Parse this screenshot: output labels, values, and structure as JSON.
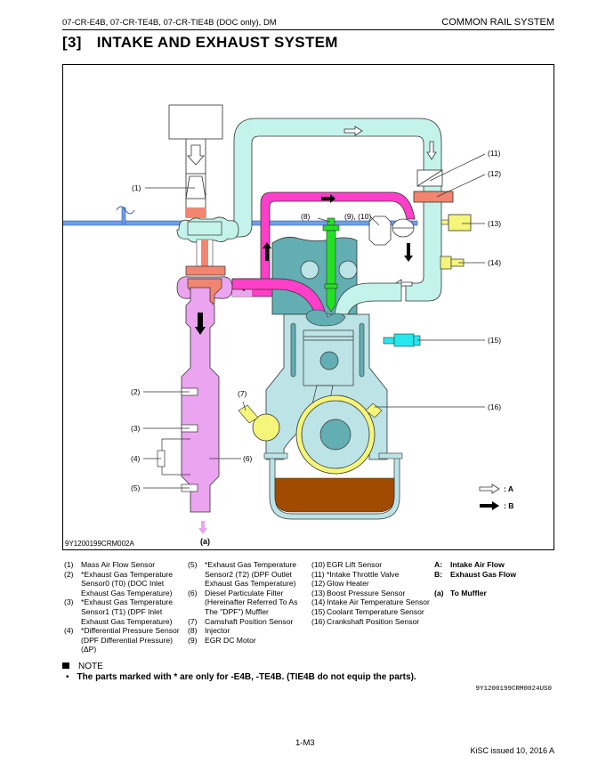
{
  "header": {
    "models": "07-CR-E4B, 07-CR-TE4B, 07-CR-TIE4B (DOC only), DM",
    "section": "COMMON RAIL SYSTEM"
  },
  "title": {
    "number": "[3]",
    "text": "INTAKE AND EXHAUST SYSTEM"
  },
  "figure": {
    "id": "9Y1200199CRM002A",
    "callouts": [
      "(1)",
      "(2)",
      "(3)",
      "(4)",
      "(5)",
      "(6)",
      "(7)",
      "(8)",
      "(9), (10)",
      "(11)",
      "(12)",
      "(13)",
      "(14)",
      "(15)",
      "(16)"
    ],
    "muffler_label": "(a)",
    "flow_legend": [
      {
        "icon": "hollow-arrow-icon",
        "label": ": A"
      },
      {
        "icon": "solid-arrow-icon",
        "label": ": B"
      }
    ],
    "colors": {
      "intake": "#c3f3ea",
      "exhaust_hot": "#ff3fc8",
      "exhaust_cool": "#eba4ef",
      "turbo": "#f28570",
      "block": "#62aeb3",
      "block_light": "#bce3e6",
      "injector": "#24e024",
      "sensor_yellow": "#f5f57a",
      "coolant_sensor": "#25e8ee",
      "oil": "#a04b00",
      "egr_pipe": "#6f9fe8"
    }
  },
  "legend": {
    "col1": [
      {
        "n": "(1)",
        "t": "Mass Air Flow Sensor"
      },
      {
        "n": "(2)",
        "t": "*Exhaust Gas Temperature Sensor0 (T0) (DOC Inlet Exhaust Gas Temperature)"
      },
      {
        "n": "(3)",
        "t": "*Exhaust Gas Temperature Sensor1 (T1) (DPF Inlet Exhaust Gas Temperature)"
      },
      {
        "n": "(4)",
        "t": "*Differential Pressure Sensor (DPF Differential Pressure) (ΔP)"
      }
    ],
    "col2": [
      {
        "n": "(5)",
        "t": "*Exhaust Gas Temperature Sensor2 (T2) (DPF Outlet Exhaust Gas Temperature)"
      },
      {
        "n": "(6)",
        "t": "Diesel Particulate Filter (Hereinafter Referred To As The \"DPF\") Muffler"
      },
      {
        "n": "(7)",
        "t": "Camshaft Position Sensor"
      },
      {
        "n": "(8)",
        "t": "Injector"
      },
      {
        "n": "(9)",
        "t": "EGR DC Motor"
      }
    ],
    "col3": [
      {
        "n": "(10)",
        "t": "EGR Lift Sensor"
      },
      {
        "n": "(11)",
        "t": "*Intake Throttle Valve"
      },
      {
        "n": "(12)",
        "t": "Glow Heater"
      },
      {
        "n": "(13)",
        "t": "Boost Pressure Sensor"
      },
      {
        "n": "(14)",
        "t": "Intake Air Temperature Sensor"
      },
      {
        "n": "(15)",
        "t": "Coolant Temperature Sensor"
      },
      {
        "n": "(16)",
        "t": "Crankshaft Position Sensor"
      }
    ],
    "col4": [
      {
        "n": "A:",
        "t": "Intake Air Flow"
      },
      {
        "n": "B:",
        "t": "Exhaust Gas Flow"
      },
      {
        "n": "",
        "t": ""
      },
      {
        "n": "(a)",
        "t": "To Muffler"
      }
    ]
  },
  "note": {
    "heading": "NOTE",
    "item": "The parts marked with * are only for -E4B, -TE4B. (TIE4B do not equip the parts).",
    "code": "9Y1200199CRM0024US0"
  },
  "footer": {
    "page": "1-M3",
    "issued": "KiSC issued 10, 2016 A"
  }
}
